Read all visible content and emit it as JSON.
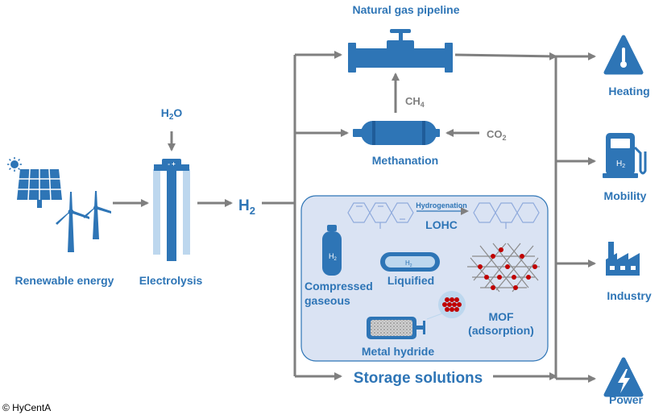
{
  "title": "",
  "nodes": {
    "renewable": "Renewable energy",
    "electrolysis": "Electrolysis",
    "water": {
      "main": "H",
      "sub": "2",
      "tail": "O"
    },
    "hydrogen": {
      "main": "H",
      "sub": "2"
    },
    "pipeline": "Natural gas pipeline",
    "methanation": "Methanation",
    "ch4": {
      "main": "CH",
      "sub": "4"
    },
    "co2": {
      "main": "CO",
      "sub": "2"
    },
    "storage": "Storage solutions",
    "hydrogenation": "Hydrogenation",
    "lohc": "LOHC",
    "compressed": [
      "Compressed",
      "gaseous"
    ],
    "compressed_badge": {
      "main": "H",
      "sub": "2"
    },
    "liquified": "Liquified",
    "liquified_badge": {
      "main": "H",
      "sub": "2"
    },
    "mof": [
      "MOF",
      "(adsorption)"
    ],
    "metal_hydride": "Metal hydride"
  },
  "end_uses": {
    "heating": "Heating",
    "mobility": "Mobility",
    "mobility_badge": {
      "main": "H",
      "sub": "2"
    },
    "industry": "Industry",
    "power": "Power"
  },
  "electrolyzer_terminals": "- +",
  "copyright": "© HyCentA",
  "colors": {
    "accent": "#2e75b6",
    "arrow": "#7f7f7f",
    "storage_fill": "#dae3f3",
    "light": "#bdd7ee",
    "red": "#c00000"
  }
}
